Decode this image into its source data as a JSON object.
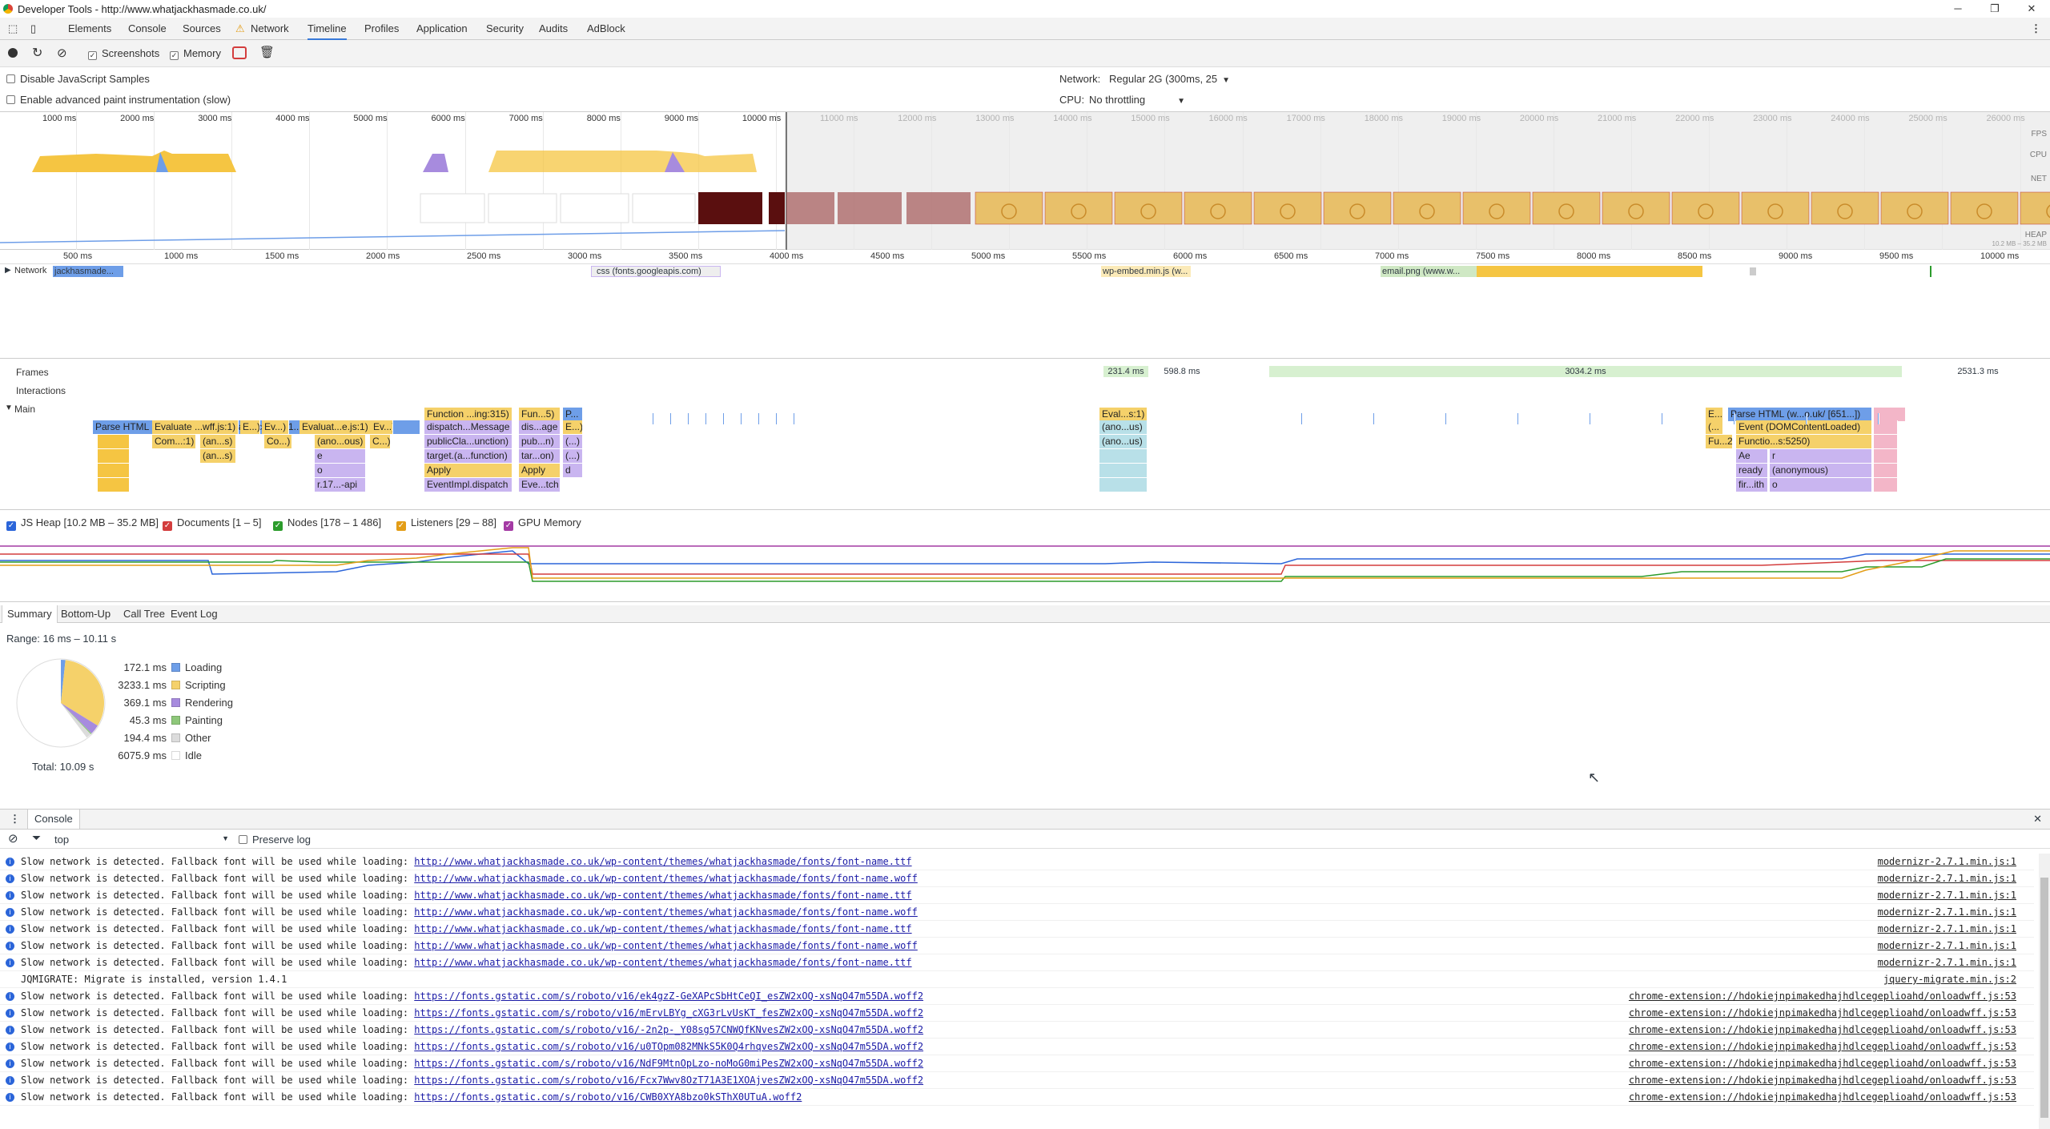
{
  "window": {
    "title": "Developer Tools - http://www.whatjackhasmade.co.uk/",
    "minimize": "─",
    "maximize": "❐",
    "close": "✕"
  },
  "tabs": [
    {
      "label": "Elements"
    },
    {
      "label": "Console"
    },
    {
      "label": "Sources"
    },
    {
      "label": "Network",
      "warning": "⚠"
    },
    {
      "label": "Timeline",
      "active": true
    },
    {
      "label": "Profiles"
    },
    {
      "label": "Application"
    },
    {
      "label": "Security"
    },
    {
      "label": "Audits"
    },
    {
      "label": "AdBlock"
    }
  ],
  "more_icon": "⋮",
  "toolbar": {
    "screenshots": "Screenshots",
    "memory": "Memory"
  },
  "settings": {
    "disable_js_samples": "Disable JavaScript Samples",
    "advanced_paint": "Enable advanced paint instrumentation (slow)",
    "network_label": "Network:",
    "network_value": "Regular 2G (300ms, 25",
    "cpu_label": "CPU:",
    "cpu_value": "No throttling"
  },
  "overview": {
    "ticks": [
      "1000 ms",
      "2000 ms",
      "3000 ms",
      "4000 ms",
      "5000 ms",
      "6000 ms",
      "7000 ms",
      "8000 ms",
      "9000 ms",
      "10000 ms",
      "11000 ms",
      "12000 ms",
      "13000 ms",
      "14000 ms",
      "15000 ms",
      "16000 ms",
      "17000 ms",
      "18000 ms",
      "19000 ms",
      "20000 ms",
      "21000 ms",
      "22000 ms",
      "23000 ms",
      "24000 ms",
      "25000 ms",
      "26000 ms"
    ],
    "labels": {
      "fps": "FPS",
      "cpu": "CPU",
      "net": "NET",
      "heap": "HEAP",
      "heap_range": "10.2 MB – 35.2 MB"
    }
  },
  "ruler_ticks": [
    "500 ms",
    "1000 ms",
    "1500 ms",
    "2000 ms",
    "2500 ms",
    "3000 ms",
    "3500 ms",
    "4000 ms",
    "4500 ms",
    "5000 ms",
    "5500 ms",
    "6000 ms",
    "6500 ms",
    "7000 ms",
    "7500 ms",
    "8000 ms",
    "8500 ms",
    "9000 ms",
    "9500 ms",
    "10000 ms"
  ],
  "network_track": {
    "label": "Network",
    "requests": [
      {
        "text": "jackhasmade...",
        "color": "#6e9ee8"
      },
      {
        "text": "css (fonts.googleapis.com)",
        "color": "#c9b5f0"
      },
      {
        "text": "wp-embed.min.js (w...",
        "color": "#f5d16a"
      },
      {
        "text": "email.png (www.w...",
        "color": "#8ec77a"
      }
    ]
  },
  "flame": {
    "frames_label": "Frames",
    "interactions_label": "Interactions",
    "main_label": "Main",
    "frame_times": [
      "231.4 ms",
      "598.8 ms",
      "3034.2 ms",
      "2531.3 ms"
    ],
    "blocks": [
      {
        "text": "Parse HTML (www.whatjackhasmade.co.uk/ [1...39])",
        "color": "#6e9ee8"
      },
      {
        "text": "Evaluate ...wff.js:1)",
        "color": "#f5d16a"
      },
      {
        "text": "E...)",
        "color": "#f5d16a"
      },
      {
        "text": "Ev...)",
        "color": "#f5d16a"
      },
      {
        "text": "Evaluat...e.js:1)",
        "color": "#f5d16a"
      },
      {
        "text": "Ev...)",
        "color": "#f5d16a"
      },
      {
        "text": "Com...:1)",
        "color": "#f5d16a"
      },
      {
        "text": "(an...s)",
        "color": "#f5d16a"
      },
      {
        "text": "Co...)",
        "color": "#f5d16a"
      },
      {
        "text": "(ano...ous)",
        "color": "#f5d16a"
      },
      {
        "text": "C...)",
        "color": "#f5d16a"
      },
      {
        "text": "(an...s)",
        "color": "#f5d16a"
      },
      {
        "text": "e",
        "color": "#c9b5f0"
      },
      {
        "text": "o",
        "color": "#c9b5f0"
      },
      {
        "text": "r.17...-api",
        "color": "#c9b5f0"
      },
      {
        "text": "Function ...ing:315)",
        "color": "#f5d16a"
      },
      {
        "text": "Fun...5)",
        "color": "#f5d16a"
      },
      {
        "text": "P...",
        "color": "#6e9ee8"
      },
      {
        "text": "dispatch...Message",
        "color": "#c9b5f0"
      },
      {
        "text": "dis...age",
        "color": "#c9b5f0"
      },
      {
        "text": "E...)",
        "color": "#f5d16a"
      },
      {
        "text": "publicCla...unction)",
        "color": "#c9b5f0"
      },
      {
        "text": "pub...n)",
        "color": "#c9b5f0"
      },
      {
        "text": "(...)",
        "color": "#c9b5f0"
      },
      {
        "text": "target.(a...function)",
        "color": "#c9b5f0"
      },
      {
        "text": "tar...on)",
        "color": "#c9b5f0"
      },
      {
        "text": "(...)",
        "color": "#c9b5f0"
      },
      {
        "text": "Apply",
        "color": "#f5d16a"
      },
      {
        "text": "Apply",
        "color": "#f5d16a"
      },
      {
        "text": "d",
        "color": "#c9b5f0"
      },
      {
        "text": "EventImpl.dispatch",
        "color": "#c9b5f0"
      },
      {
        "text": "Eve...tch",
        "color": "#c9b5f0"
      },
      {
        "text": "Eval...s:1)",
        "color": "#f5d16a"
      },
      {
        "text": "(ano...us)",
        "color": "#b8e0e8"
      },
      {
        "text": "(ano...us)",
        "color": "#b8e0e8"
      },
      {
        "text": "E...",
        "color": "#f5d16a"
      },
      {
        "text": "Parse HTML (w...o.uk/ [651...])",
        "color": "#6e9ee8"
      },
      {
        "text": "(...",
        "color": "#f5d16a"
      },
      {
        "text": "Event (DOMContentLoaded)",
        "color": "#f5d16a"
      },
      {
        "text": "Fu...2)",
        "color": "#f5d16a"
      },
      {
        "text": "Functio...s:5250)",
        "color": "#f5d16a"
      },
      {
        "text": "Ae",
        "color": "#c9b5f0"
      },
      {
        "text": "r",
        "color": "#c9b5f0"
      },
      {
        "text": "ready",
        "color": "#c9b5f0"
      },
      {
        "text": "(anonymous)",
        "color": "#c9b5f0"
      },
      {
        "text": "fir...ith",
        "color": "#c9b5f0"
      },
      {
        "text": "o",
        "color": "#c9b5f0"
      }
    ]
  },
  "counters": [
    {
      "label": "JS Heap [10.2 MB – 35.2 MB]",
      "color": "#2b65d9"
    },
    {
      "label": "Documents [1 – 5]",
      "color": "#d33d3d"
    },
    {
      "label": "Nodes [178 – 1 486]",
      "color": "#2c9c2c"
    },
    {
      "label": "Listeners [29 – 88]",
      "color": "#e39d17"
    },
    {
      "label": "GPU Memory",
      "color": "#a43aa4"
    }
  ],
  "bottom_tabs": [
    "Summary",
    "Bottom-Up",
    "Call Tree",
    "Event Log"
  ],
  "summary": {
    "range": "Range: 16 ms – 10.11 s",
    "items": [
      {
        "value": "172.1 ms",
        "label": "Loading",
        "color": "#6e9ee8",
        "ms": 172.1
      },
      {
        "value": "3233.1 ms",
        "label": "Scripting",
        "color": "#f5d16a",
        "ms": 3233.1
      },
      {
        "value": "369.1 ms",
        "label": "Rendering",
        "color": "#a78bde",
        "ms": 369.1
      },
      {
        "value": "45.3 ms",
        "label": "Painting",
        "color": "#8ec77a",
        "ms": 45.3
      },
      {
        "value": "194.4 ms",
        "label": "Other",
        "color": "#dcdcdc",
        "ms": 194.4
      },
      {
        "value": "6075.9 ms",
        "label": "Idle",
        "color": "#ffffff",
        "ms": 6075.9
      }
    ],
    "total": "Total: 10.09 s"
  },
  "console": {
    "tab_label": "Console",
    "context": "top",
    "preserve_log": "Preserve log",
    "lines": [
      {
        "icon": true,
        "msg": "Slow network is detected. Fallback font will be used while loading: ",
        "url": "http://www.whatjackhasmade.co.uk/wp-content/themes/whatjackhasmade/fonts/font-name.ttf",
        "src": "modernizr-2.7.1.min.js:1"
      },
      {
        "icon": true,
        "msg": "Slow network is detected. Fallback font will be used while loading: ",
        "url": "http://www.whatjackhasmade.co.uk/wp-content/themes/whatjackhasmade/fonts/font-name.woff",
        "src": "modernizr-2.7.1.min.js:1"
      },
      {
        "icon": true,
        "msg": "Slow network is detected. Fallback font will be used while loading: ",
        "url": "http://www.whatjackhasmade.co.uk/wp-content/themes/whatjackhasmade/fonts/font-name.ttf",
        "src": "modernizr-2.7.1.min.js:1"
      },
      {
        "icon": true,
        "msg": "Slow network is detected. Fallback font will be used while loading: ",
        "url": "http://www.whatjackhasmade.co.uk/wp-content/themes/whatjackhasmade/fonts/font-name.woff",
        "src": "modernizr-2.7.1.min.js:1"
      },
      {
        "icon": true,
        "msg": "Slow network is detected. Fallback font will be used while loading: ",
        "url": "http://www.whatjackhasmade.co.uk/wp-content/themes/whatjackhasmade/fonts/font-name.ttf",
        "src": "modernizr-2.7.1.min.js:1"
      },
      {
        "icon": true,
        "msg": "Slow network is detected. Fallback font will be used while loading: ",
        "url": "http://www.whatjackhasmade.co.uk/wp-content/themes/whatjackhasmade/fonts/font-name.woff",
        "src": "modernizr-2.7.1.min.js:1"
      },
      {
        "icon": true,
        "msg": "Slow network is detected. Fallback font will be used while loading: ",
        "url": "http://www.whatjackhasmade.co.uk/wp-content/themes/whatjackhasmade/fonts/font-name.ttf",
        "src": "modernizr-2.7.1.min.js:1"
      },
      {
        "icon": false,
        "msg": "JQMIGRATE: Migrate is installed, version 1.4.1",
        "url": "",
        "src": "jquery-migrate.min.js:2"
      },
      {
        "icon": true,
        "msg": "Slow network is detected. Fallback font will be used while loading: ",
        "url": "https://fonts.gstatic.com/s/roboto/v16/ek4gzZ-GeXAPcSbHtCeQI_esZW2xOQ-xsNqO47m55DA.woff2",
        "src": "chrome-extension://hdokiejnpimakedhajhdlcegeplioahd/onloadwff.js:53"
      },
      {
        "icon": true,
        "msg": "Slow network is detected. Fallback font will be used while loading: ",
        "url": "https://fonts.gstatic.com/s/roboto/v16/mErvLBYg_cXG3rLvUsKT_fesZW2xOQ-xsNqO47m55DA.woff2",
        "src": "chrome-extension://hdokiejnpimakedhajhdlcegeplioahd/onloadwff.js:53"
      },
      {
        "icon": true,
        "msg": "Slow network is detected. Fallback font will be used while loading: ",
        "url": "https://fonts.gstatic.com/s/roboto/v16/-2n2p-_Y08sg57CNWQfKNvesZW2xOQ-xsNqO47m55DA.woff2",
        "src": "chrome-extension://hdokiejnpimakedhajhdlcegeplioahd/onloadwff.js:53"
      },
      {
        "icon": true,
        "msg": "Slow network is detected. Fallback font will be used while loading: ",
        "url": "https://fonts.gstatic.com/s/roboto/v16/u0TOpm082MNkS5K0Q4rhqvesZW2xOQ-xsNqO47m55DA.woff2",
        "src": "chrome-extension://hdokiejnpimakedhajhdlcegeplioahd/onloadwff.js:53"
      },
      {
        "icon": true,
        "msg": "Slow network is detected. Fallback font will be used while loading: ",
        "url": "https://fonts.gstatic.com/s/roboto/v16/NdF9MtnOpLzo-noMoG0miPesZW2xOQ-xsNqO47m55DA.woff2",
        "src": "chrome-extension://hdokiejnpimakedhajhdlcegeplioahd/onloadwff.js:53"
      },
      {
        "icon": true,
        "msg": "Slow network is detected. Fallback font will be used while loading: ",
        "url": "https://fonts.gstatic.com/s/roboto/v16/Fcx7Wwv8OzT71A3E1XOAjvesZW2xOQ-xsNqO47m55DA.woff2",
        "src": "chrome-extension://hdokiejnpimakedhajhdlcegeplioahd/onloadwff.js:53"
      },
      {
        "icon": true,
        "msg": "Slow network is detected. Fallback font will be used while loading: ",
        "url": "https://fonts.gstatic.com/s/roboto/v16/CWB0XYA8bzo0kSThX0UTuA.woff2",
        "src": "chrome-extension://hdokiejnpimakedhajhdlcegeplioahd/onloadwff.js:53"
      }
    ]
  }
}
